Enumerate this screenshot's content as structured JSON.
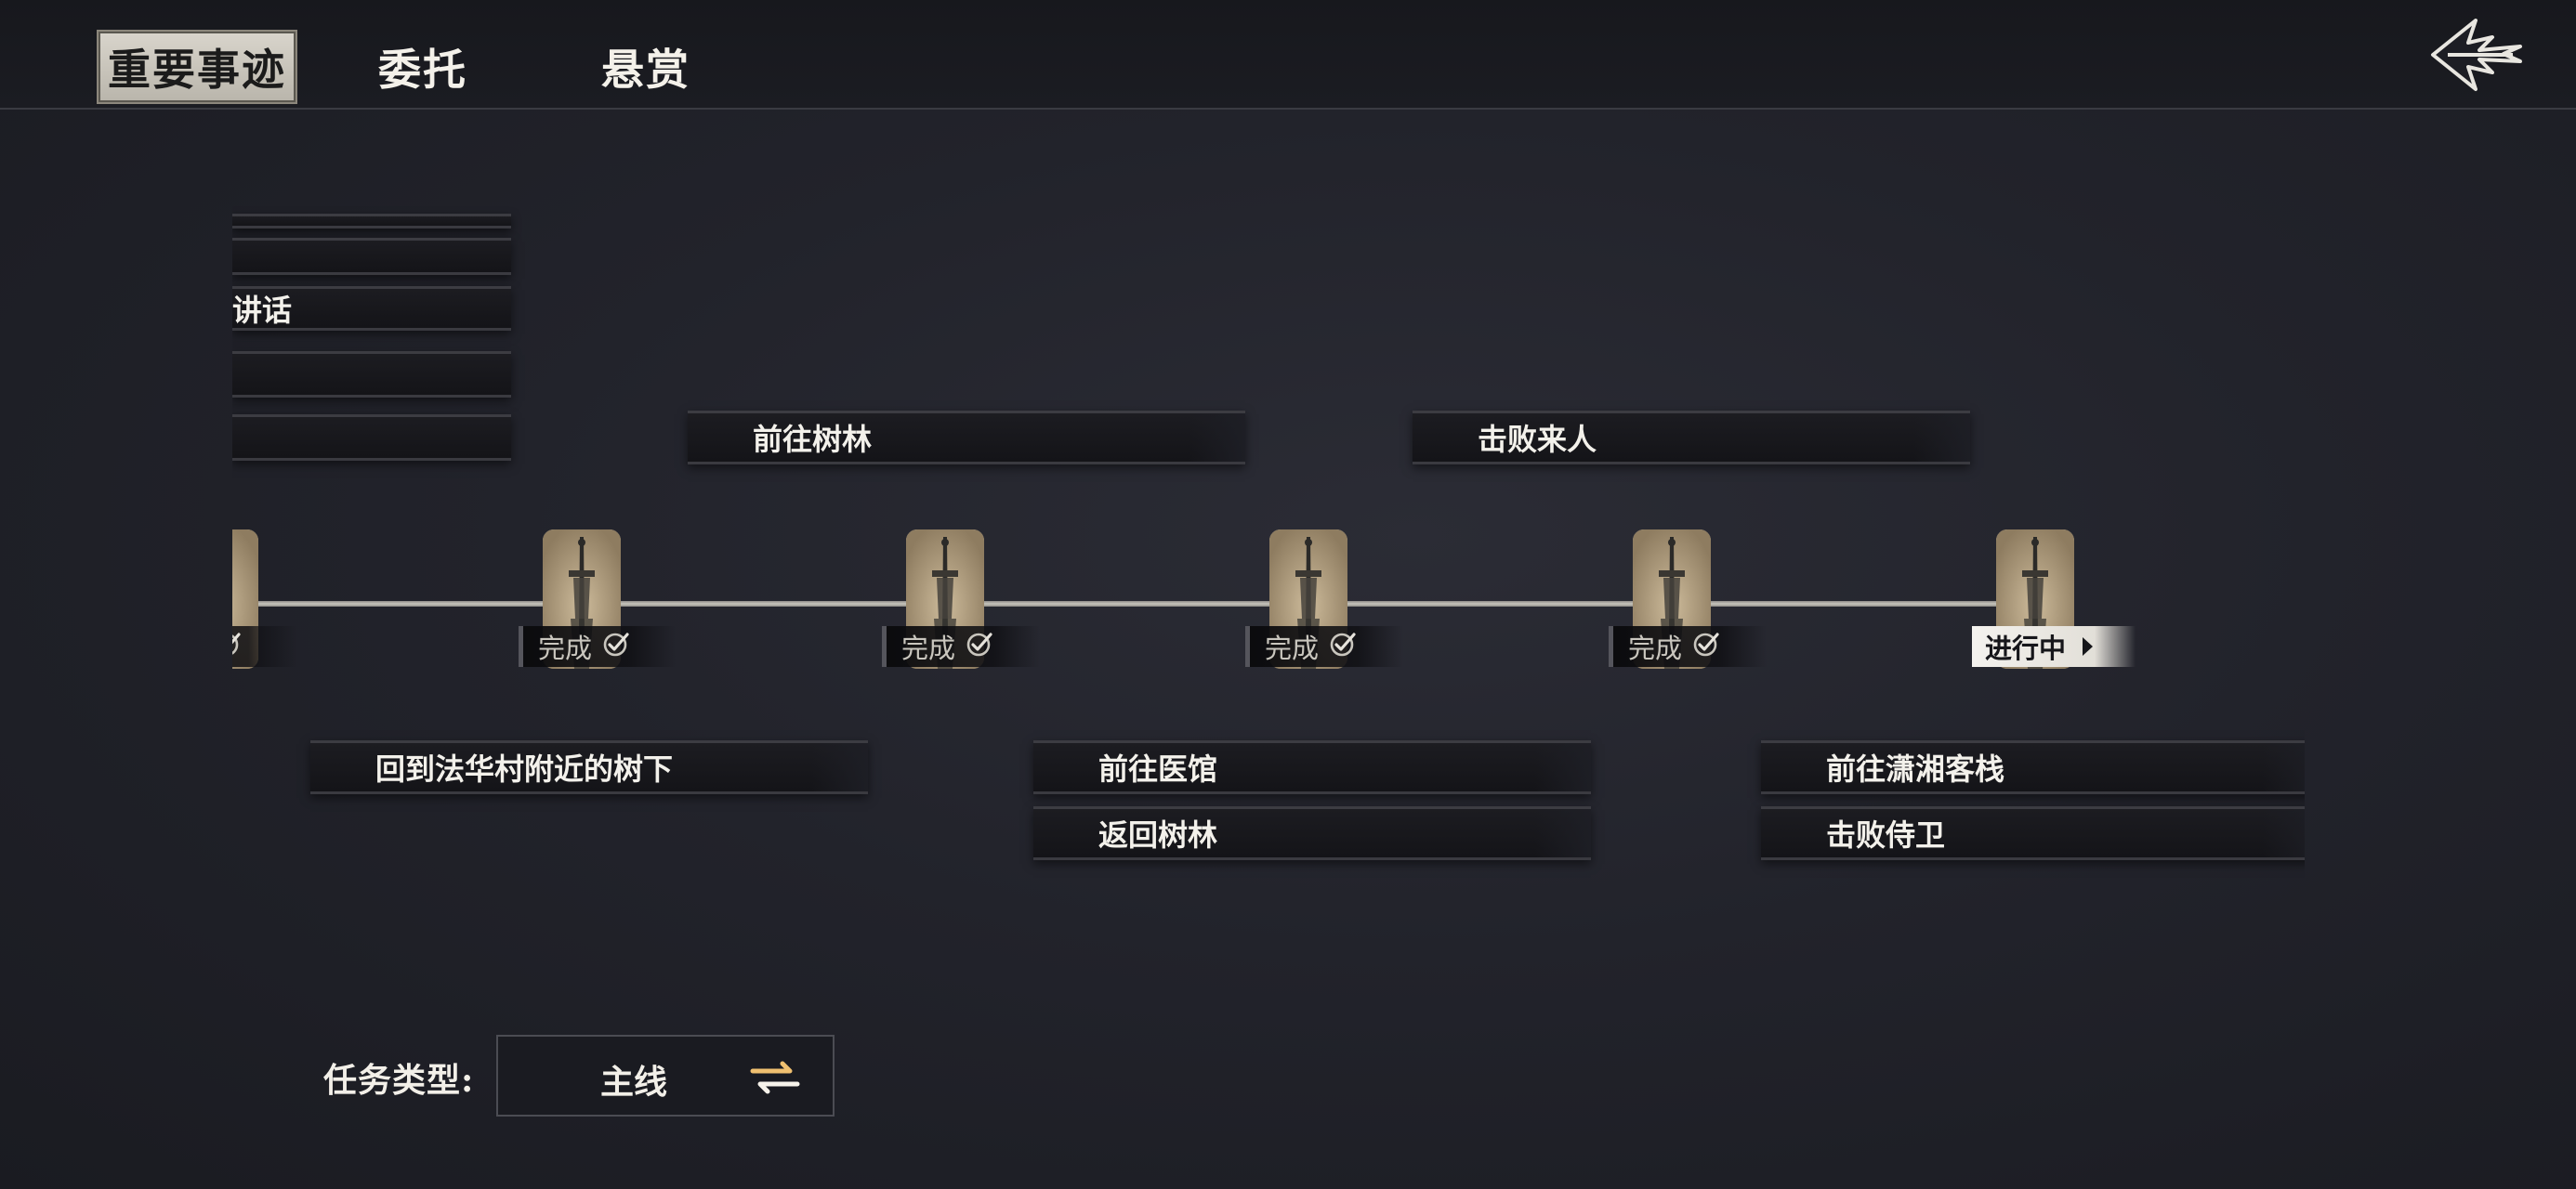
{
  "tabs": [
    {
      "label": "重要事迹",
      "active": true
    },
    {
      "label": "委托",
      "active": false
    },
    {
      "label": "悬赏",
      "active": false
    }
  ],
  "quests_top": [
    {
      "label": ""
    },
    {
      "label": ""
    },
    {
      "label": "讲话"
    },
    {
      "label": ""
    },
    {
      "label": ""
    },
    {
      "label": "前往树林"
    },
    {
      "label": "击败来人"
    }
  ],
  "quests_bottom": [
    {
      "label": "回到法华村附近的树下"
    },
    {
      "label": "前往医馆"
    },
    {
      "label": "返回树林"
    },
    {
      "label": "前往潇湘客栈"
    },
    {
      "label": "击败侍卫"
    }
  ],
  "stages": [
    {
      "status": "完成",
      "state": "done"
    },
    {
      "status": "完成",
      "state": "done"
    },
    {
      "status": "完成",
      "state": "done"
    },
    {
      "status": "完成",
      "state": "done"
    },
    {
      "status": "完成",
      "state": "done"
    },
    {
      "status": "进行中",
      "state": "active"
    }
  ],
  "filter": {
    "label": "任务类型:",
    "value": "主线"
  },
  "colors": {
    "accent_swap": "#f0c070",
    "card": "#c9b897",
    "active_status_bg": "#efece6"
  },
  "icons": [
    "back-arrow-icon",
    "check-circle-icon",
    "chevron-right-icon",
    "swap-arrows-icon",
    "sword-icon"
  ]
}
